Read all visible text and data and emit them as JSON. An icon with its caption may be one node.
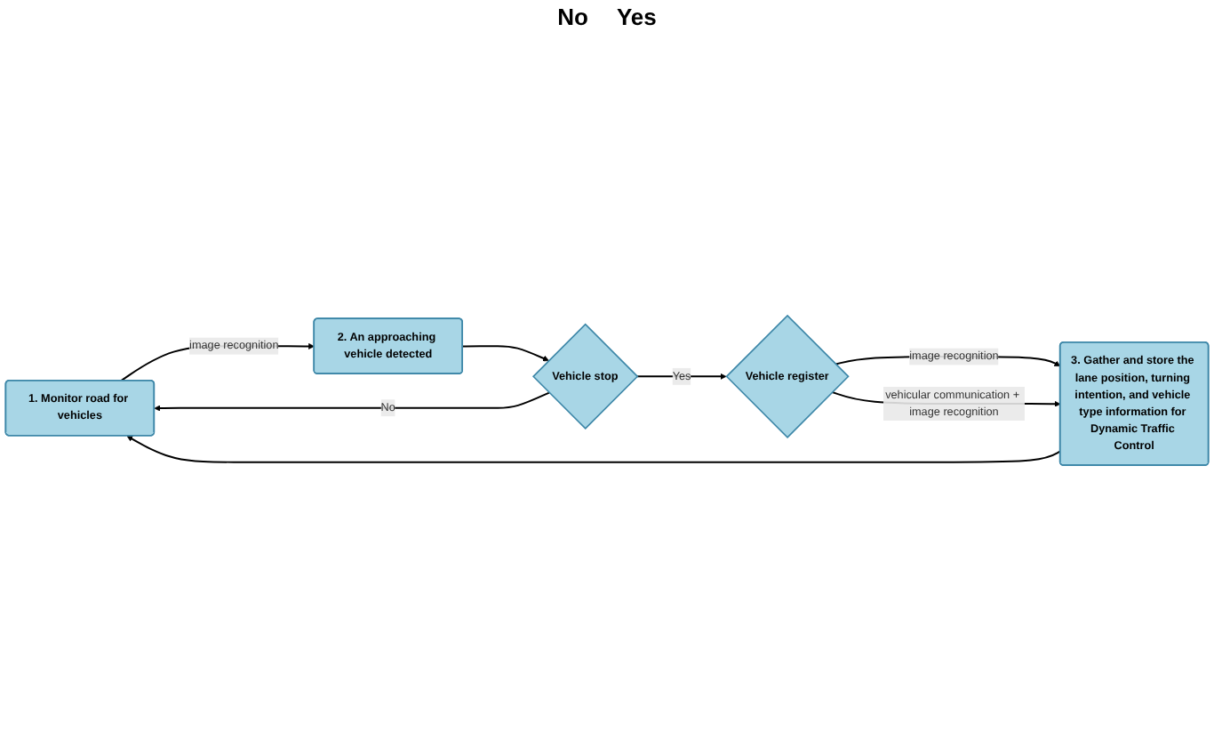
{
  "diagram": {
    "nodes": [
      {
        "text": [
          "1. Monitor road for vehicles"
        ]
      },
      {
        "text": [
          "2. An approaching vehicle detected"
        ]
      },
      {
        "text": [
          "Vehicle stop"
        ]
      },
      {
        "text": [
          "Vehicle register"
        ]
      },
      {
        "text": [
          "3. Gather and store the lane position, turning intention, and vehicle type information for Dynamic Traffic Control"
        ]
      }
    ],
    "edges": [
      {
        "from": 0,
        "to": 1,
        "arrow": "to",
        "label": "image recognition"
      },
      {
        "from": 1,
        "to": 2,
        "arrow": "to"
      },
      {
        "from": 2,
        "to": 0,
        "arrow": "to",
        "label": "No"
      },
      {
        "from": 2,
        "to": 3,
        "arrow": "to",
        "label": "Yes"
      },
      {
        "from": 3,
        "to": 4,
        "arrow": "to",
        "label": "image recognition"
      },
      {
        "from": 3,
        "to": 4,
        "arrow": "to",
        "label": "vehicular communication + image recognition"
      },
      {
        "from": 4,
        "to": 0,
        "arrow": "to"
      }
    ],
    "labels": [
      "No",
      "Yes"
    ]
  }
}
